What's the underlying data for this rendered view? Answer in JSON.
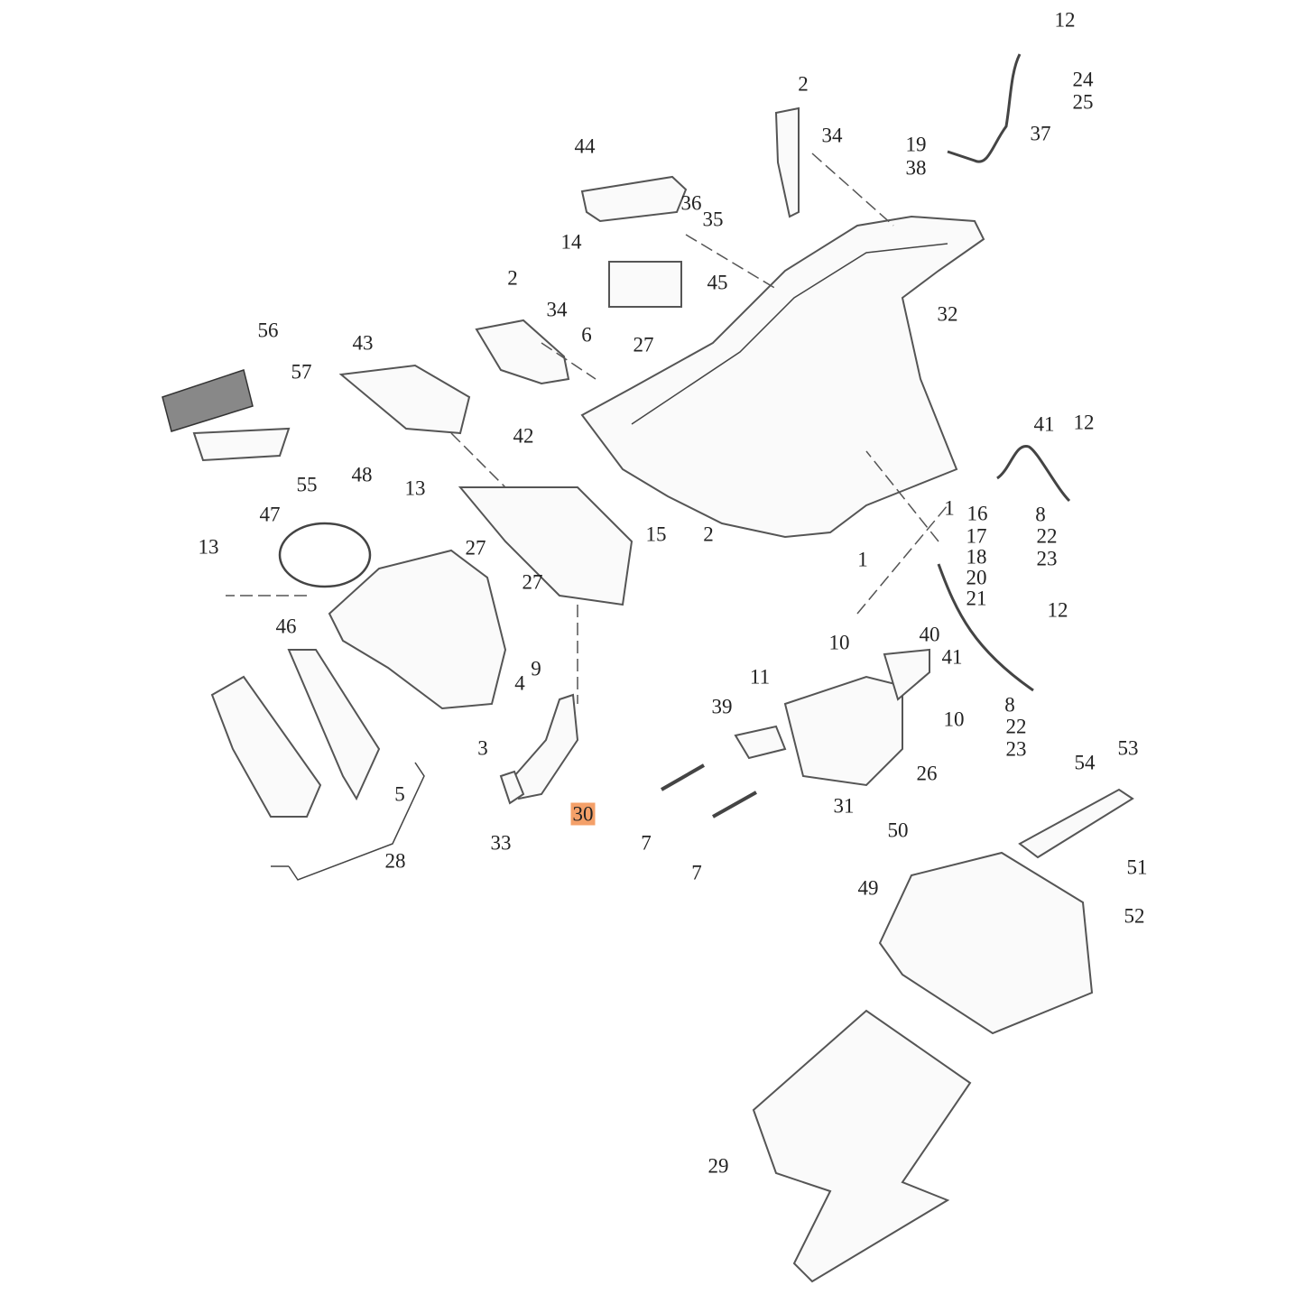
{
  "diagram": {
    "highlight_color": "#f4a069",
    "callouts": [
      {
        "text": "12"
      },
      {
        "text": "24"
      },
      {
        "text": "25"
      },
      {
        "text": "2"
      },
      {
        "text": "34"
      },
      {
        "text": "37"
      },
      {
        "text": "19"
      },
      {
        "text": "38"
      },
      {
        "text": "44"
      },
      {
        "text": "36"
      },
      {
        "text": "35"
      },
      {
        "text": "14"
      },
      {
        "text": "45"
      },
      {
        "text": "2"
      },
      {
        "text": "34"
      },
      {
        "text": "32"
      },
      {
        "text": "6"
      },
      {
        "text": "27"
      },
      {
        "text": "56"
      },
      {
        "text": "57"
      },
      {
        "text": "43"
      },
      {
        "text": "41"
      },
      {
        "text": "12"
      },
      {
        "text": "42"
      },
      {
        "text": "55"
      },
      {
        "text": "48"
      },
      {
        "text": "13"
      },
      {
        "text": "47"
      },
      {
        "text": "1"
      },
      {
        "text": "16"
      },
      {
        "text": "8"
      },
      {
        "text": "22"
      },
      {
        "text": "23"
      },
      {
        "text": "15"
      },
      {
        "text": "2"
      },
      {
        "text": "17"
      },
      {
        "text": "18"
      },
      {
        "text": "20"
      },
      {
        "text": "21"
      },
      {
        "text": "13"
      },
      {
        "text": "27"
      },
      {
        "text": "1"
      },
      {
        "text": "27"
      },
      {
        "text": "12"
      },
      {
        "text": "46"
      },
      {
        "text": "40"
      },
      {
        "text": "10"
      },
      {
        "text": "11"
      },
      {
        "text": "41"
      },
      {
        "text": "9"
      },
      {
        "text": "4"
      },
      {
        "text": "39"
      },
      {
        "text": "8"
      },
      {
        "text": "22"
      },
      {
        "text": "23"
      },
      {
        "text": "10"
      },
      {
        "text": "3"
      },
      {
        "text": "26"
      },
      {
        "text": "5"
      },
      {
        "text": "54"
      },
      {
        "text": "53"
      },
      {
        "text": "30",
        "highlighted": true
      },
      {
        "text": "31"
      },
      {
        "text": "33"
      },
      {
        "text": "7"
      },
      {
        "text": "28"
      },
      {
        "text": "50"
      },
      {
        "text": "7"
      },
      {
        "text": "49"
      },
      {
        "text": "51"
      },
      {
        "text": "52"
      },
      {
        "text": "29"
      }
    ]
  }
}
